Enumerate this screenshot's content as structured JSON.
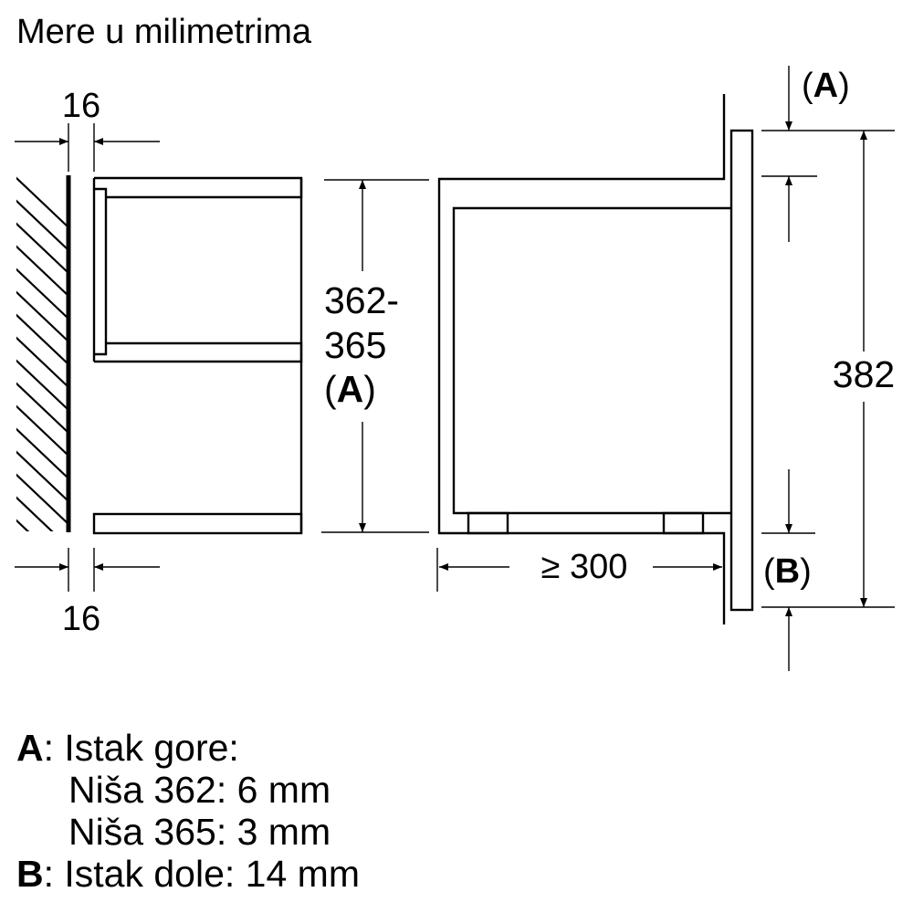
{
  "title": "Mere u milimetrima",
  "dimensions": {
    "wall_gap_top": "16",
    "wall_gap_bottom": "16",
    "niche_height_line1": "362-",
    "niche_height_line2": "365",
    "niche_height_ref": "A",
    "depth": "≥ 300",
    "front_height": "382",
    "top_offset_ref": "A",
    "bottom_offset_ref": "B",
    "paren_open": "(",
    "paren_close": ")"
  },
  "legend": {
    "a_key": "A",
    "a_text": ": Istak gore:",
    "a_line2": "Niša 362: 6 mm",
    "a_line3": "Niša 365: 3 mm",
    "b_key": "B",
    "b_text": ": Istak dole: 14 mm"
  },
  "colors": {
    "line": "#000000",
    "background": "#ffffff"
  }
}
